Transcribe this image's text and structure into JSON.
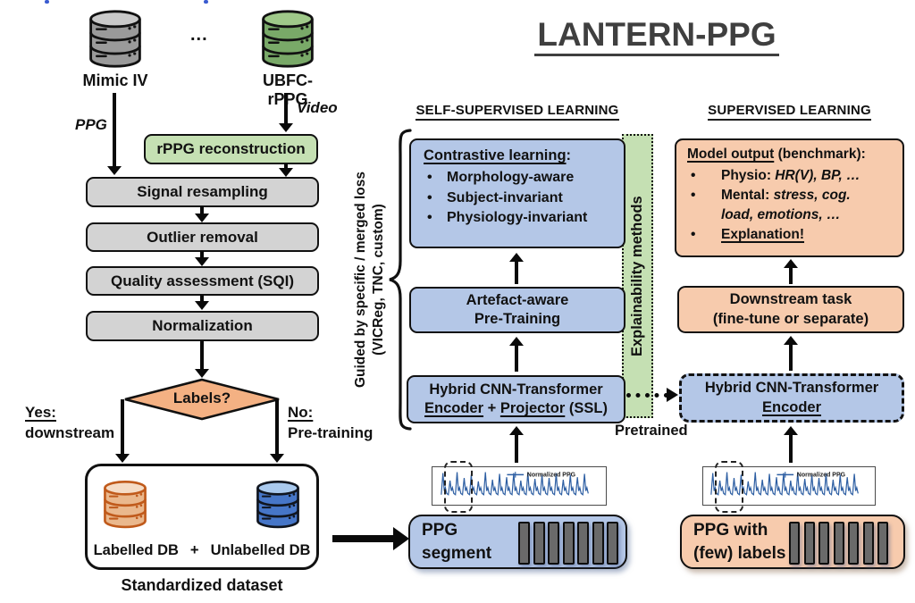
{
  "title": "LANTERN-PPG",
  "misc": {
    "bullet": "•"
  },
  "left_pipeline": {
    "db1_label": "Mimic IV",
    "dots": "...",
    "db2_label": "UBFC-rPPG",
    "ppg_label": "PPG",
    "video_label": "Video",
    "steps": {
      "rppg": "rPPG reconstruction",
      "resampling": "Signal resampling",
      "outlier": "Outlier removal",
      "quality": "Quality assessment (SQI)",
      "normalization": "Normalization"
    },
    "decision": "Labels?",
    "yes_label": "Yes:",
    "yes_sub": "downstream",
    "no_label": "No:",
    "no_sub": "Pre-training",
    "labelled_db": "Labelled DB",
    "plus": "+",
    "unlabelled_db": "Unlabelled DB",
    "caption": "Standardized dataset"
  },
  "brace_label": {
    "line1": "Guided by specific / merged loss",
    "line2": "(VICReg, TNC, custom)"
  },
  "ssl": {
    "header": "SELF-SUPERVISED LEARNING",
    "contrastive": {
      "title": "Contrastive learning",
      "colon": ":",
      "bullets": [
        "Morphology-aware",
        "Subject-invariant",
        "Physiology-invariant"
      ]
    },
    "artefact": {
      "line1": "Artefact-aware",
      "line2": "Pre-Training"
    },
    "encoder": {
      "line1": "Hybrid CNN-Transformer",
      "enc": "Encoder",
      "plus": " + ",
      "proj": "Projector",
      "suffix": " (SSL)"
    }
  },
  "explainability": "Explainability methods",
  "pretrained": "Pretrained",
  "supervised": {
    "header": "SUPERVISED LEARNING",
    "output": {
      "title": "Model output",
      "title_suffix": " (benchmark):",
      "b1_head": "Physio: ",
      "b1_italic": "HR(V), BP, …",
      "b2_head": "Mental: ",
      "b2_italic": "stress, cog. load, emotions, …",
      "b3": "Explanation!"
    },
    "downstream": {
      "line1": "Downstream task",
      "line2": "(fine-tune or separate)"
    },
    "encoder": {
      "line1": "Hybrid CNN-Transformer",
      "line2": "Encoder"
    }
  },
  "signals": {
    "legend": "Normalized PPG"
  },
  "segment_box": {
    "line1": "PPG",
    "line2": "segment"
  },
  "labels_box": {
    "line1": "PPG with",
    "line2": "(few) labels"
  },
  "colors": {
    "blue_box": "#b4c7e7",
    "orange_box": "#f7cbad",
    "green_box": "#c5e0b3",
    "gray_box": "#d3d3d3",
    "diamond": "#f4b183",
    "signal_blue": "#2e5fa3"
  }
}
